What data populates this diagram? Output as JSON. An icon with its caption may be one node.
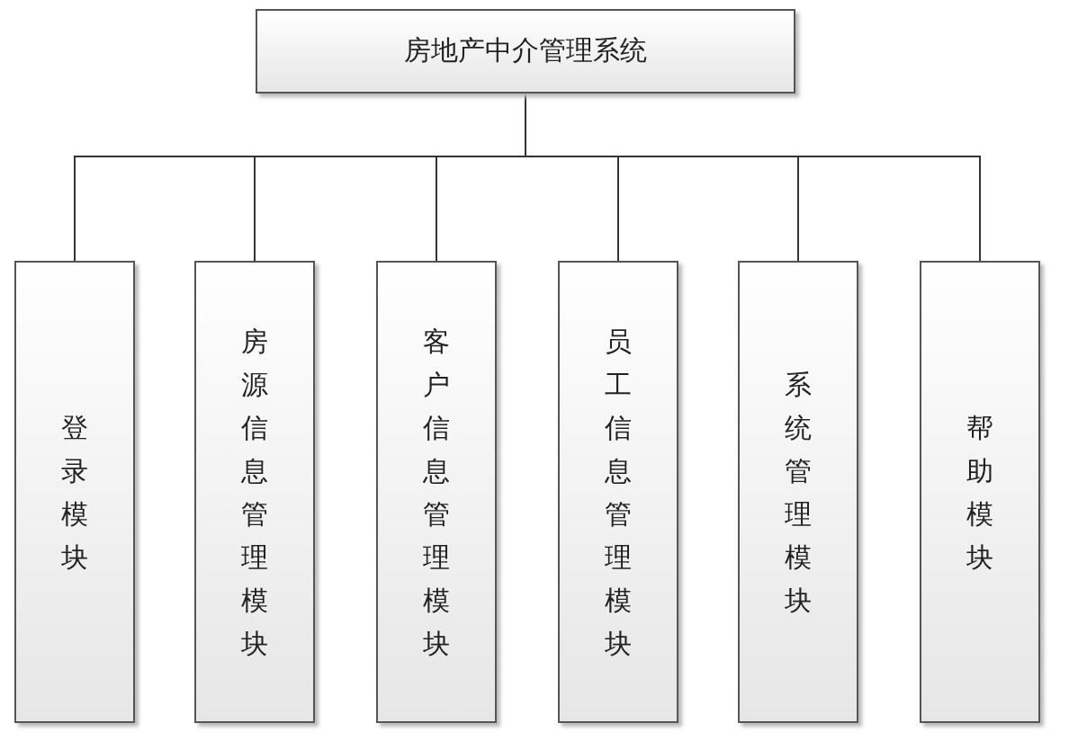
{
  "diagram": {
    "nodes": [
      {
        "text": [
          "房地产中介管理系统"
        ]
      },
      {
        "text": [
          "登录模块"
        ]
      },
      {
        "text": [
          "房源信息管理模块"
        ]
      },
      {
        "text": [
          "客户信息管理模块"
        ]
      },
      {
        "text": [
          "员工信息管理模块"
        ]
      },
      {
        "text": [
          "系统管理模块"
        ]
      },
      {
        "text": [
          "帮助模块"
        ]
      }
    ],
    "edges": [
      {
        "from": 0,
        "to": 1,
        "arrow": "none"
      },
      {
        "from": 0,
        "to": 2,
        "arrow": "none"
      },
      {
        "from": 0,
        "to": 3,
        "arrow": "none"
      },
      {
        "from": 0,
        "to": 4,
        "arrow": "none"
      },
      {
        "from": 0,
        "to": 5,
        "arrow": "none"
      },
      {
        "from": 0,
        "to": 6,
        "arrow": "none"
      }
    ]
  }
}
